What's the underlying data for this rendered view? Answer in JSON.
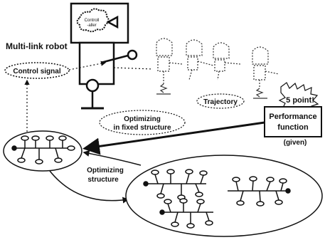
{
  "labels": {
    "robot_title": "Multi-link robot",
    "control_signal": "Control signal",
    "trajectory": "Trajectory",
    "points": "5 point!",
    "perf_line1": "Performance",
    "perf_line2": "function",
    "given": "(given)",
    "opt_fixed_line1": "Optimizing",
    "opt_fixed_line2": "in fixed structure",
    "opt_struct_line1": "Optimizing",
    "opt_struct_line2": "structure",
    "controller_line1": "Controll",
    "controller_line2": "-aller"
  }
}
